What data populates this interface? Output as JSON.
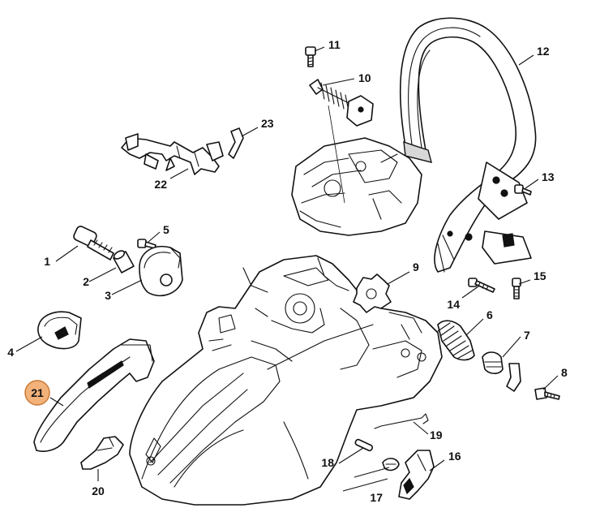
{
  "callouts": [
    {
      "id": "1",
      "label": "1"
    },
    {
      "id": "2",
      "label": "2"
    },
    {
      "id": "3",
      "label": "3"
    },
    {
      "id": "4",
      "label": "4"
    },
    {
      "id": "5",
      "label": "5"
    },
    {
      "id": "6",
      "label": "6"
    },
    {
      "id": "7",
      "label": "7"
    },
    {
      "id": "8",
      "label": "8"
    },
    {
      "id": "9",
      "label": "9"
    },
    {
      "id": "10",
      "label": "10"
    },
    {
      "id": "11",
      "label": "11"
    },
    {
      "id": "12",
      "label": "12"
    },
    {
      "id": "13",
      "label": "13"
    },
    {
      "id": "14",
      "label": "14"
    },
    {
      "id": "15",
      "label": "15"
    },
    {
      "id": "16",
      "label": "16"
    },
    {
      "id": "17",
      "label": "17"
    },
    {
      "id": "18",
      "label": "18"
    },
    {
      "id": "19",
      "label": "19"
    },
    {
      "id": "20",
      "label": "20"
    },
    {
      "id": "21",
      "label": "21"
    },
    {
      "id": "22",
      "label": "22"
    },
    {
      "id": "23",
      "label": "23"
    }
  ],
  "highlighted_part": "21",
  "colors": {
    "highlight_fill": "#f2b27a",
    "highlight_stroke": "#c97a36",
    "line": "#111111",
    "background": "#ffffff"
  }
}
